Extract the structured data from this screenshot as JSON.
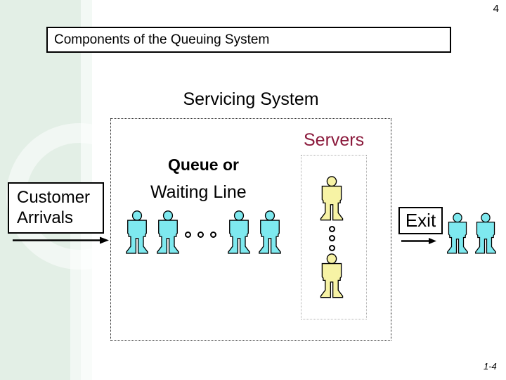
{
  "slide": {
    "page_number": "4",
    "footer_page_number": "1-4",
    "title": "Components of the Queuing System"
  },
  "diagram": {
    "servicing_system_label": "Servicing System",
    "servers_label": "Servers",
    "queue_label_line1": "Queue or",
    "queue_label_line2": "Waiting Line",
    "customer_arrivals_line1": "Customer",
    "customer_arrivals_line2": "Arrivals",
    "exit_label": "Exit",
    "queue_customer_icon_count": 4,
    "server_icon_count": 2,
    "exit_customer_icon_count": 2
  },
  "icons": {
    "person": "person-silhouette",
    "queue_ellipsis": "three-dots-horizontal",
    "servers_ellipsis": "three-dots-vertical",
    "arrow": "right-arrow"
  },
  "colors": {
    "servers_label_text": "#8B1A3C",
    "customer_icon_fill": "#7EE9EF",
    "server_icon_fill": "#F7F3A5",
    "left_band": "#E3EFE6",
    "left_band_strip": "#F3F9F5"
  }
}
